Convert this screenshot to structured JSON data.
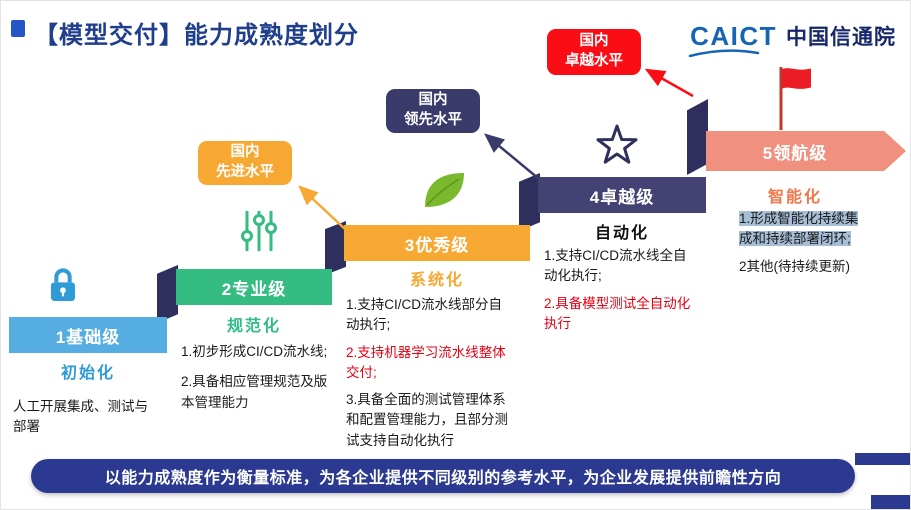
{
  "header": {
    "title": "【模型交付】能力成熟度划分",
    "logo_latin": "CAICT",
    "logo_cn": "中国信通院"
  },
  "badges": {
    "advanced": {
      "line1": "国内",
      "line2": "先进水平"
    },
    "leading": {
      "line1": "国内",
      "line2": "领先水平"
    },
    "excellent": {
      "line1": "国内",
      "line2": "卓越水平"
    }
  },
  "levels": [
    {
      "name": "1基础级",
      "sublabel": "初始化",
      "icon": "lock-icon",
      "desc": [
        "人工开展集成、测试与部署"
      ]
    },
    {
      "name": "2专业级",
      "sublabel": "规范化",
      "icon": "sliders-icon",
      "desc": [
        "1.初步形成CI/CD流水线;",
        "2.具备相应管理规范及版本管理能力"
      ]
    },
    {
      "name": "3优秀级",
      "sublabel": "系统化",
      "icon": "leaf-icon",
      "desc": [
        "1.支持CI/CD流水线部分自动执行;",
        "2.支持机器学习流水线整体交付;",
        "3.具备全面的测试管理体系和配置管理能力，且部分测试支持自动化执行"
      ]
    },
    {
      "name": "4卓越级",
      "sublabel": "自动化",
      "icon": "star-icon",
      "desc": [
        "1.支持CI/CD流水线全自动化执行;",
        "2.具备模型测试全自动化执行"
      ]
    },
    {
      "name": "5领航级",
      "sublabel": "智能化",
      "icon": "flag-icon",
      "desc": [
        "1.形成智能化持续集成和持续部署闭环;",
        "2其他(待持续更新)"
      ]
    }
  ],
  "footer": {
    "text": "以能力成熟度作为衡量标准，为各企业提供不同级别的参考水平，为企业发展提供前瞻性方向"
  },
  "colors": {
    "title": "#1F3E8C",
    "level1": "#56ADE1",
    "level2": "#35BC82",
    "level3": "#F7A832",
    "level4": "#434273",
    "level5": "#F0907E",
    "riser": "#2F2F5E",
    "badge_advanced": "#F7A832",
    "badge_leading": "#3A3A6B",
    "badge_excellent": "#FB0D15",
    "red_text": "#E60012",
    "highlight": "#A6BED6",
    "footer_bg": "#2B3990"
  }
}
